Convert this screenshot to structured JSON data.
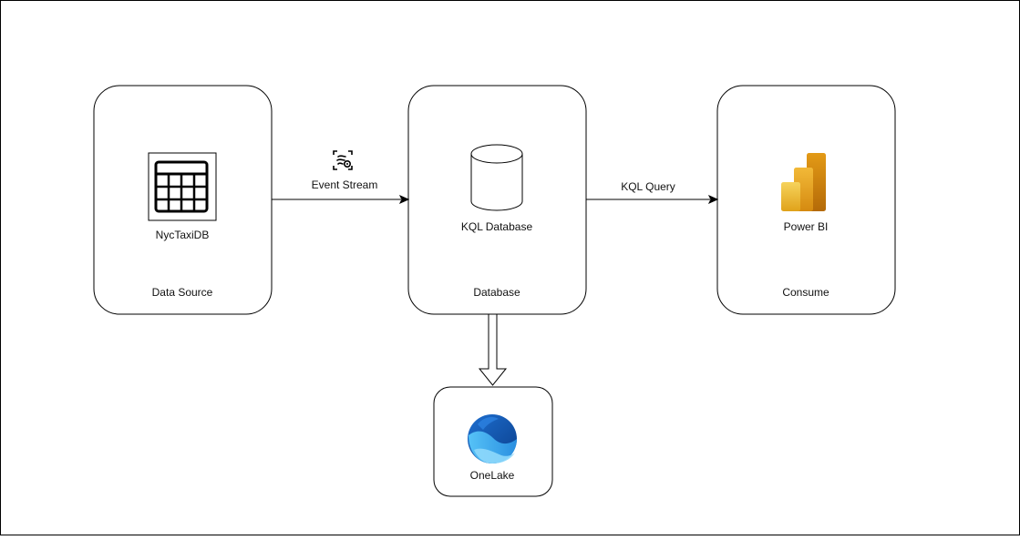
{
  "nodes": {
    "source": {
      "icon_label": "NycTaxiDB",
      "caption": "Data Source",
      "icon": "table-icon"
    },
    "database": {
      "icon_label": "KQL Database",
      "caption": "Database",
      "icon": "database-cylinder-icon"
    },
    "consume": {
      "icon_label": "Power BI",
      "caption": "Consume",
      "icon": "power-bi-icon"
    },
    "onelake": {
      "icon_label": "OneLake",
      "icon": "onelake-icon"
    }
  },
  "edges": {
    "event_stream": {
      "label": "Event Stream",
      "icon": "event-stream-icon"
    },
    "kql_query": {
      "label": "KQL Query"
    },
    "to_onelake": {
      "label": ""
    }
  },
  "colors": {
    "stroke": "#000000",
    "powerbi_dark": "#C07B0F",
    "powerbi_mid": "#E8A31C",
    "powerbi_light": "#F2C94C",
    "onelake_dark": "#0F4C9E",
    "onelake_light": "#3FA9F5"
  }
}
